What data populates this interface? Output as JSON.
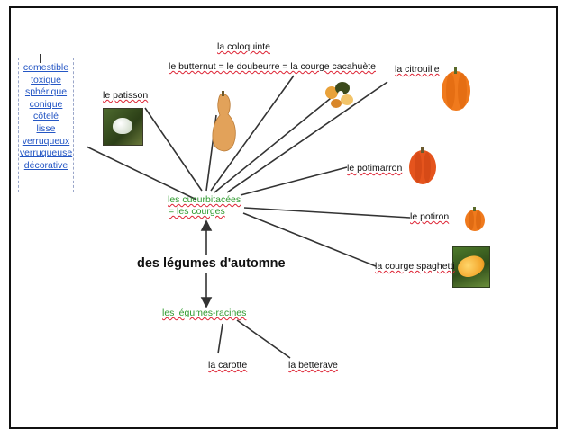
{
  "diagram": {
    "center": "des légumes d'automne",
    "branches": {
      "cucurbitacees": {
        "line1": "les cucurbitacées",
        "line2": "= les courges"
      },
      "racines": "les légumes-racines"
    },
    "adjectives": [
      "comestible",
      "toxique",
      "sphérique",
      "conique",
      "côtelé",
      "lisse",
      "verruqueux",
      "verruqueuse",
      "décorative"
    ],
    "cucurbitacees_items": {
      "patisson": "le patisson",
      "coloquinte": "la coloquinte",
      "butternut": "le butternut = le doubeurre = la courge cacahuète",
      "citrouille": "la citrouille",
      "potimarron": "le potimarron",
      "potiron": "le potiron",
      "spaghetti": "la courge spaghetti"
    },
    "racines_items": {
      "carotte": "la carotte",
      "betterave": "la betterave"
    }
  }
}
